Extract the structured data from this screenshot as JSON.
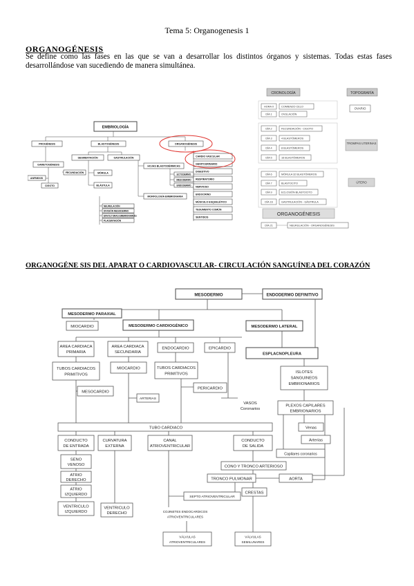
{
  "header": {
    "title": "Tema 5: Organogenesis 1"
  },
  "section1": {
    "heading": "ORGANOGÉNESIS",
    "intro": "Se define como las fases en las que se van a desarrollar los distintos órganos y sistemas. Todas estas fases desarrollándose van sucediendo de manera simultánea."
  },
  "embryology": {
    "root": "EMBRIOLOGÍA",
    "progenesis": "PROGÉNESIS",
    "blastogenesis": "BLASTOGÉNESIS",
    "organogenesis": "ORGANOGÉNESIS",
    "gametogenesis": "GAMETOGÉNESIS",
    "fecundacion": "FECUNDACIÓN",
    "anfimixis": "ANFIMIXIS",
    "cigoto": "CIGOTO",
    "segmentacion": "SEGMENTACIÓN",
    "gastrulacion": "GASTRULACIÓN",
    "morula": "MÓRULA",
    "blastula": "BLÁSTULA",
    "hojas": "HOJAS BLASTODÉRMICAS",
    "ectodermo": "ECTODERMO",
    "mesodermo": "MESODERMO",
    "endodermo": "ENDODERMO",
    "morfologia": "MORFOLOGÍA EMBRIONARIA",
    "neurulacion": "NEURULACIÓN",
    "division": "DIVISIÓN MESODERMO",
    "envolturas": "ENVOLTURAS EMBRIONARIAS",
    "placentacion": "PLACENTACIÓN",
    "systems": [
      "CARDIO VASCULAR",
      "GENITOURINARIO",
      "DIGESTIVO",
      "RESPIRATORIO",
      "NERVIOSO",
      "ENDOCRINO",
      "MÚSCULO ESQUELÉTICO",
      "TEGUMENTO COMÚN",
      "SENTIDOS"
    ]
  },
  "timeline": {
    "cronologia": "CRONOLOGÍA",
    "topografia": "TOPOGRAFÍA",
    "rows1": [
      {
        "day": "HORA 0",
        "event": "COMIENZO CELO"
      },
      {
        "day": "DÍA 1",
        "event": "OVULACIÓN"
      }
    ],
    "ovario": "OVARIO",
    "rows2": [
      {
        "day": "DÍA 2",
        "event": "FECUNDACIÓN - CIGOTO"
      },
      {
        "day": "DÍA 3",
        "event": "4 BLASTÓMEROS"
      },
      {
        "day": "DÍA 4",
        "event": "8 BLASTÓMEROS"
      },
      {
        "day": "DÍA 5",
        "event": "16 BLASTÓMEROS"
      }
    ],
    "trompas": "TROMPAS UTERINAS",
    "rows3": [
      {
        "day": "DÍA 6",
        "event": "MÓRULA 32 BLASTÓMEROS"
      },
      {
        "day": "DÍA 7",
        "event": "BLASTOCITO"
      },
      {
        "day": "DÍA 9",
        "event": "ECLOSIÓN BLASTOCITO"
      },
      {
        "day": "DÍA 16",
        "event": "GASTRULACIÓN - GÁSTRULA"
      }
    ],
    "utero": "ÚTERO",
    "organogenesis": "ORGANOGÉNESIS",
    "row4": {
      "day": "DÍA 21",
      "event": "NEURULACIÓN - ORGANOGÉNESIS"
    }
  },
  "section2": {
    "heading": "ORGANOGÉNE SIS DEL APARAT O CARDIOVASCULAR- CIRCULACIÓN SANGUÍNEA DEL CORAZÓN"
  },
  "cardio": {
    "mesodermo": "MESODERMO",
    "endodermo_definitivo": "ENDODERMO DEFINITIVO",
    "mesodermo_paraxial": "MESODERMO PARAXIAL",
    "miocardio_paraxial": "MIOCARDIO",
    "mesodermo_cardiogenico": "MESODERMO CARDIOGÉNICO",
    "mesodermo_lateral": "MESODERMO LATERAL",
    "area_primaria_1": "AREA CARDIACA",
    "area_primaria_2": "PRIMARIA",
    "area_secundaria_1": "AREA CARDIACA",
    "area_secundaria_2": "SECUNDARIA",
    "endocardio": "ENDOCARDIO",
    "epicardio": "EPICARDIO",
    "esplacnopleura": "ESPLACNOPLEURA",
    "tubos_1_a": "TUBOS CARDIACOS",
    "tubos_1_b": "PRIMITIVOS",
    "miocardio_sec": "MIOCARDIO",
    "tubos_2_a": "TUBOS CARDIACOS",
    "tubos_2_b": "PRIMITIVOS",
    "islotes_a": "ISLOTES",
    "islotes_b": "SANGUINEOS",
    "islotes_c": "EMBRIONARIOS",
    "mesocardio": "MESOCARDIO",
    "arterias_small": "ARTERIAS",
    "pericardio": "PERICARDIO",
    "vasos_a": "VASOS",
    "vasos_b": "Coronarios",
    "plexos_a": "PLEXOS CAPILARES",
    "plexos_b": "EMBRIONARIOS",
    "tubo_cardiaco": "TUBO CARDIACO",
    "venas": "Venas",
    "arterias": "Arterias",
    "conducto_entrada_a": "CONDUCTO",
    "conducto_entrada_b": "DE ENTRADA",
    "curvatura_a": "CURVATURA",
    "curvatura_b": "EXTERNA",
    "canal_a": "CANAL",
    "canal_b": "ATRIOVENTRICULAR",
    "conducto_salida_a": "CONDUCTO",
    "conducto_salida_b": "DE SALIDA",
    "capilares": "Capilares coronarios",
    "seno_a": "SENO",
    "seno_b": "VENOSO",
    "cono": "CONO Y TRONCO ARTERIOSO",
    "atrio_der_a": "ATRIO",
    "atrio_der_b": "DERECHO",
    "tronco": "TRONCO PULMONAR",
    "aorta": "AORTA",
    "atrio_izq_a": "ATRIO",
    "atrio_izq_b": "IZQUIERDO",
    "crestas": "CRESTAS",
    "septo": "SEPTO ATRIOVENTRICULAR",
    "vent_izq_a": "VENTRICULO",
    "vent_izq_b": "IZQUIERDO",
    "vent_der_a": "VENTRICULO",
    "vent_der_b": "DERECHO",
    "cojinetes_a": "COJINETES ENDOCARDICOS",
    "cojinetes_b": "ATRIOVENTRICULARES",
    "valv_atrio_a": "VÁLVULAS",
    "valv_atrio_b": "ATRIOVENTRICULARES",
    "valv_semi_a": "VÁLVULAS",
    "valv_semi_b": "SEMILUNARES"
  },
  "colors": {
    "highlight_circle": "#e0342f",
    "box_border": "#555555"
  }
}
